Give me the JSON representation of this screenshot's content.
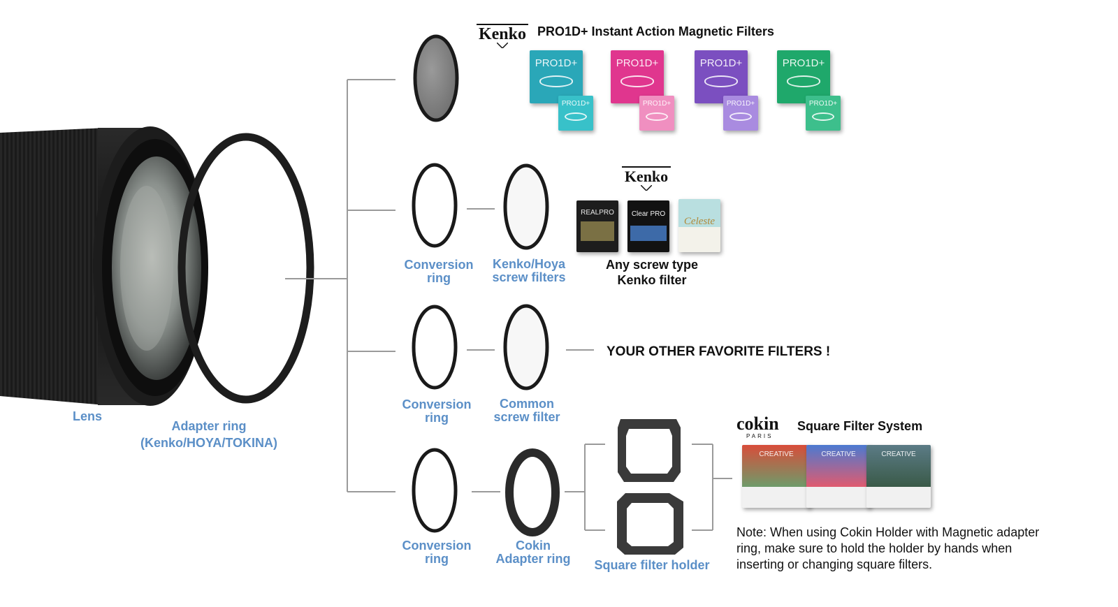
{
  "title": "PRO1D+ Instant Action Magnetic Filters",
  "brand_kenko": "Kenko",
  "brand_cokin": "cokin",
  "brand_cokin_sub": "PARIS",
  "pro1d_box_label": "PRO1D+",
  "lens_label": "Lens",
  "adapter_ring_label": [
    "Adapter ring",
    "(Kenko/HOYA/TOKINA)"
  ],
  "branch_screw": {
    "conversion_ring": [
      "Conversion",
      "ring"
    ],
    "filter_label": [
      "Kenko/Hoya",
      "screw filters"
    ],
    "products_caption": [
      "Any screw type",
      "Kenko filter"
    ],
    "product_box_labels": [
      "REALPRO",
      "Clear PRO",
      "Celeste"
    ]
  },
  "branch_common": {
    "conversion_ring": [
      "Conversion",
      "ring"
    ],
    "filter_label": [
      "Common",
      "screw filter"
    ],
    "callout": "YOUR OTHER FAVORITE FILTERS !"
  },
  "branch_cokin": {
    "conversion_ring": [
      "Conversion",
      "ring"
    ],
    "adapter_label": [
      "Cokin",
      "Adapter ring"
    ],
    "holder_label": "Square filter holder",
    "system_title": "Square Filter System",
    "box_labels": [
      "CREATIVE",
      "CREATIVE",
      "CREATIVE"
    ],
    "note": [
      "Note: When using Cokin Holder with Magnetic adapter",
      "ring, make sure to hold the holder by hands when",
      "inserting or changing square filters."
    ]
  },
  "colors": {
    "label_blue": "#5b8fc7",
    "pro1d_boxes": [
      "#2aa7b8",
      "#e0368e",
      "#7b4fc0",
      "#1fa86b"
    ],
    "pro1d_boxes_small": [
      "#38c1c9",
      "#f08fc0",
      "#a98be0",
      "#3dbf8c"
    ]
  }
}
